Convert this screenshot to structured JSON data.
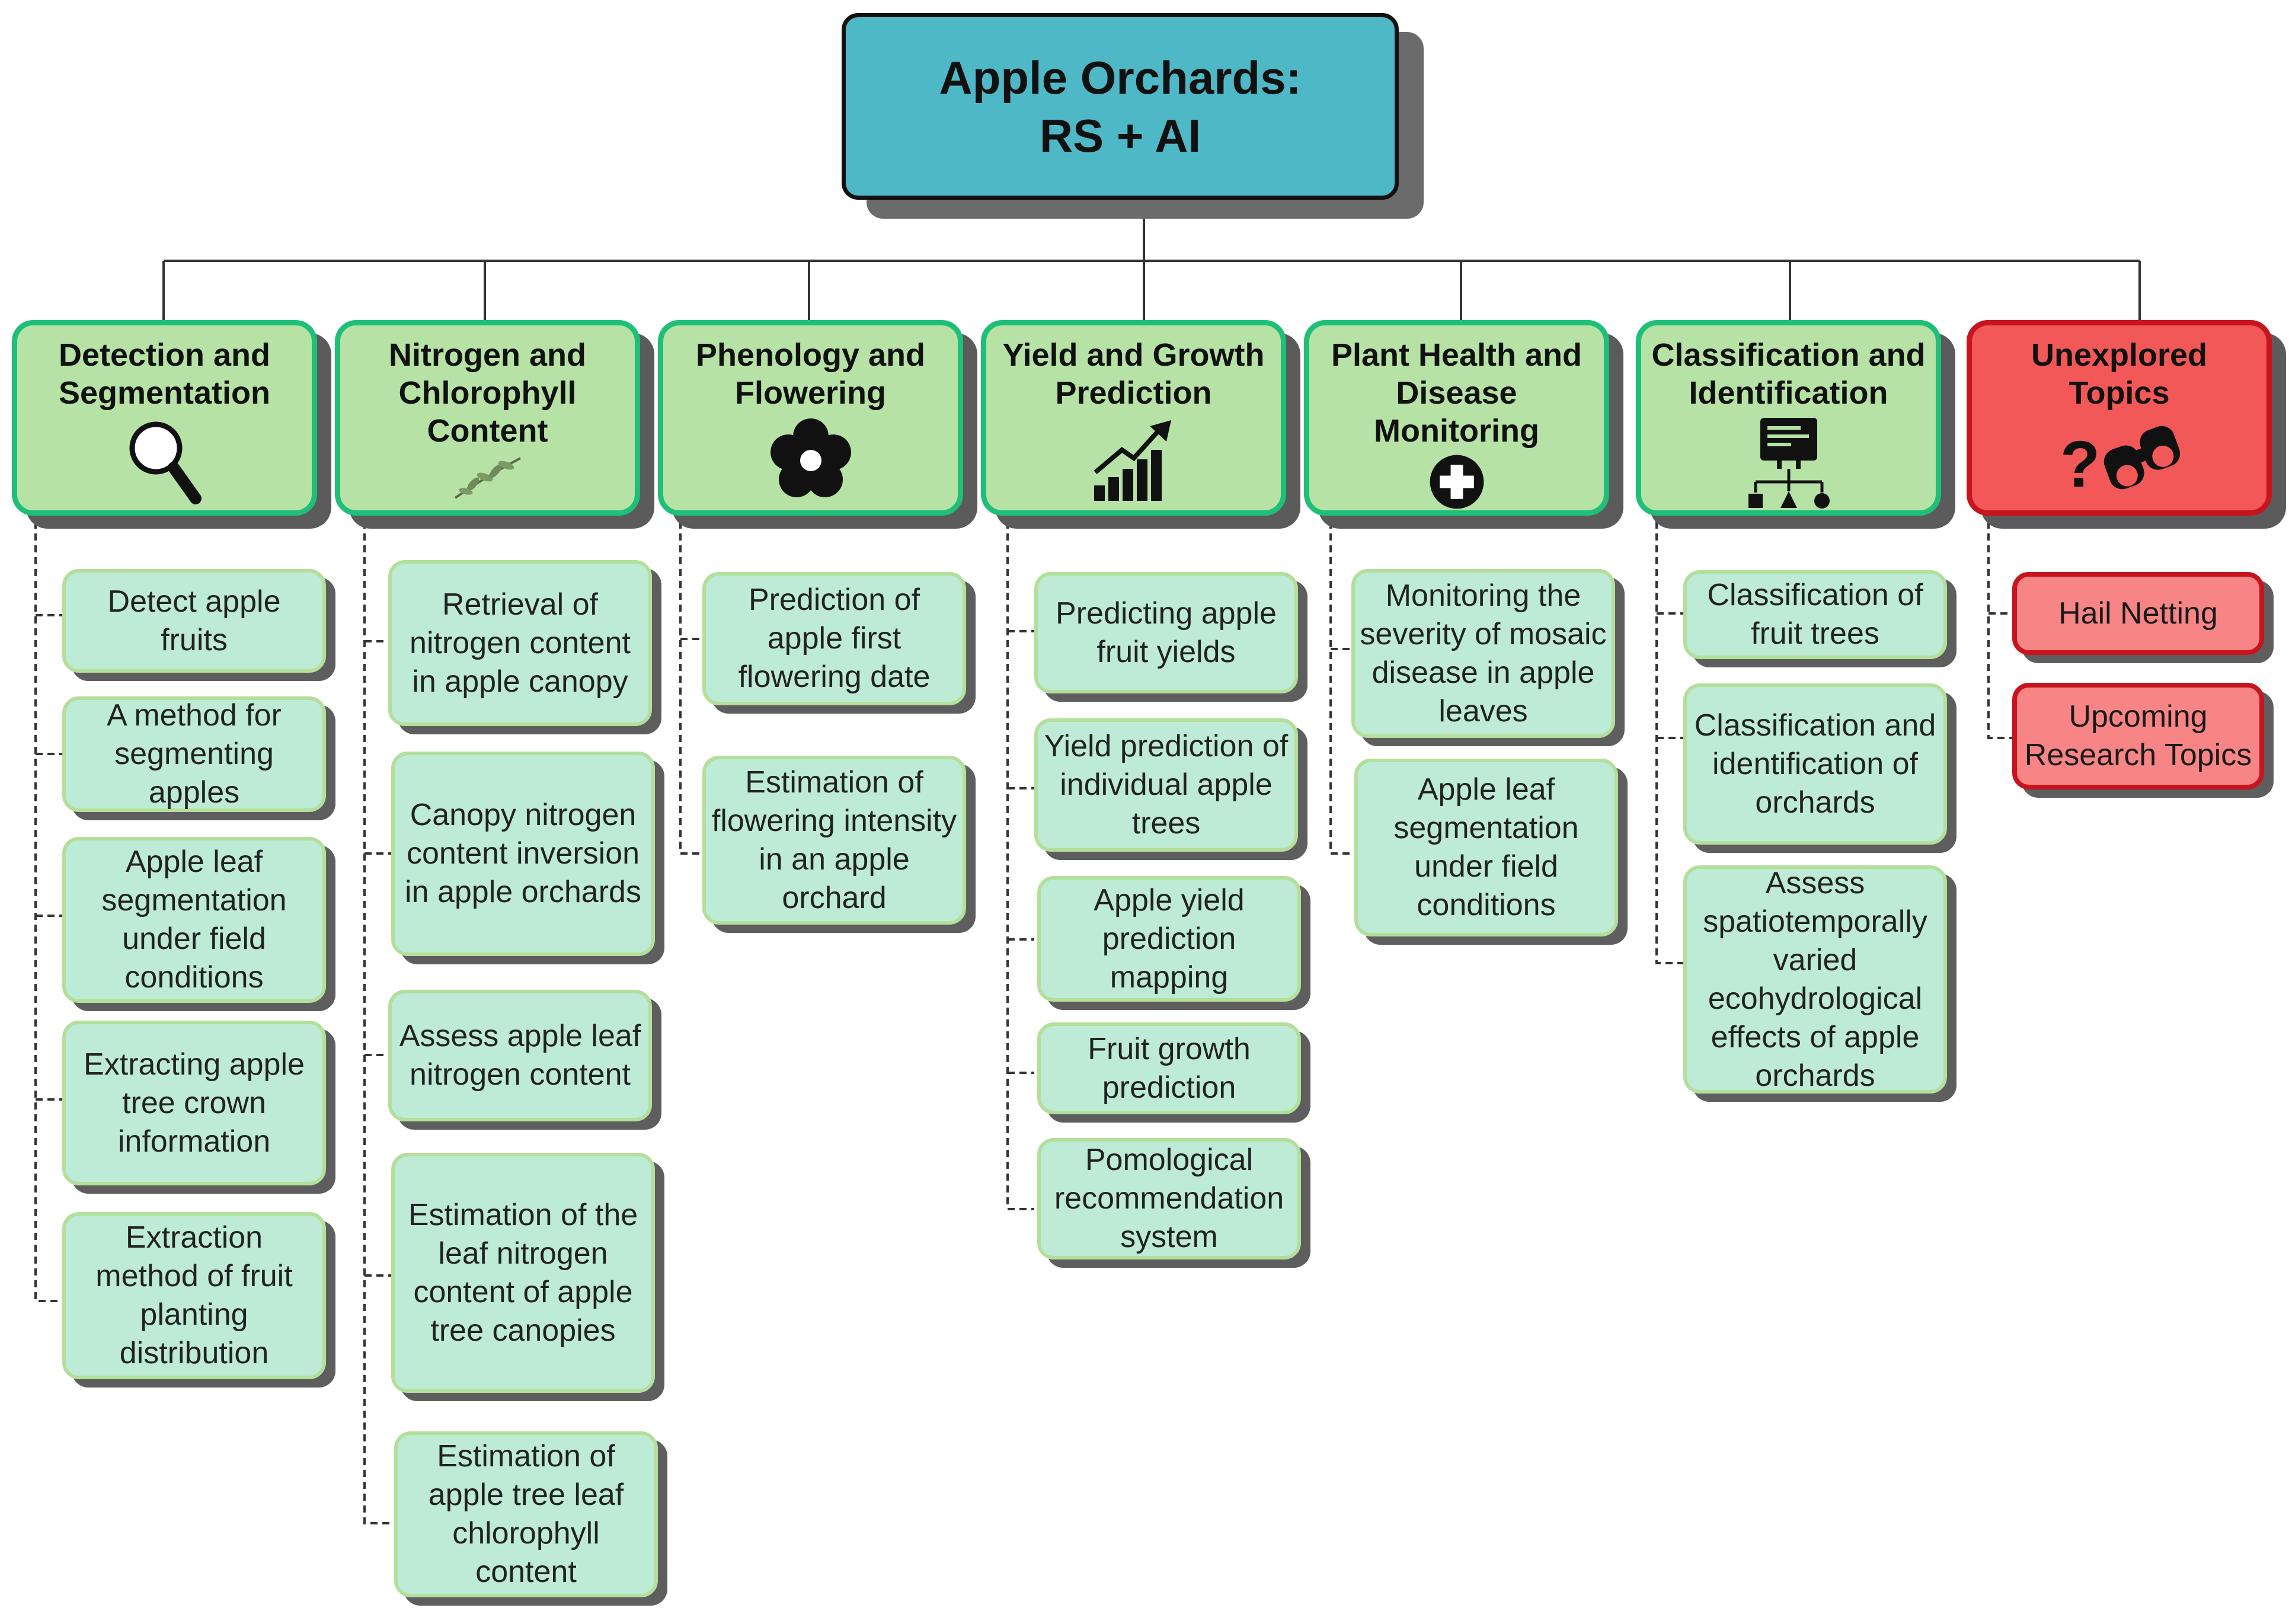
{
  "root": {
    "line1": "Apple Orchards:",
    "line2": "RS + AI"
  },
  "categories": [
    {
      "title": "Detection and Segmentation",
      "icon": "magnifier-icon",
      "leaves": [
        "Detect apple fruits",
        "A method for segmenting apples",
        "Apple leaf segmentation under field conditions",
        "Extracting apple tree crown information",
        "Extraction method of fruit planting distribution"
      ]
    },
    {
      "title": "Nitrogen and Chlorophyll Content",
      "icon": "leaf-sprig-icon",
      "leaves": [
        "Retrieval of nitrogen content in apple canopy",
        "Canopy nitrogen content inversion in apple orchards",
        "Assess apple leaf nitrogen content",
        "Estimation of the leaf nitrogen content of apple tree canopies",
        "Estimation of apple tree leaf chlorophyll content"
      ]
    },
    {
      "title": "Phenology and Flowering",
      "icon": "flower-icon",
      "leaves": [
        "Prediction of apple first flowering date",
        "Estimation of flowering intensity in an apple orchard"
      ]
    },
    {
      "title": "Yield and Growth Prediction",
      "icon": "growth-chart-icon",
      "leaves": [
        "Predicting apple fruit yields",
        "Yield prediction of individual apple trees",
        "Apple yield prediction mapping",
        "Fruit growth prediction",
        "Pomological recommendation system"
      ]
    },
    {
      "title": "Plant Health and Disease Monitoring",
      "icon": "medical-cross-icon",
      "leaves": [
        "Monitoring the severity of mosaic disease in apple leaves",
        "Apple leaf segmentation under field conditions"
      ]
    },
    {
      "title": "Classification and Identification",
      "icon": "hierarchy-board-icon",
      "leaves": [
        "Classification of fruit trees",
        "Classification and identification of orchards",
        "Assess spatiotemporally varied ecohydrological effects of apple orchards"
      ]
    },
    {
      "title": "Unexplored Topics",
      "icon": "question-binoculars-icon",
      "leaves": [
        "Hail Netting",
        "Upcoming Research Topics"
      ]
    }
  ],
  "colors": {
    "root": "#4fb8c6",
    "category": "#b6e3a5",
    "category_border": "#1fbf7a",
    "leaf": "#bdebd6",
    "unexplored": "#f25858",
    "unexplored_leaf": "#f78585"
  }
}
